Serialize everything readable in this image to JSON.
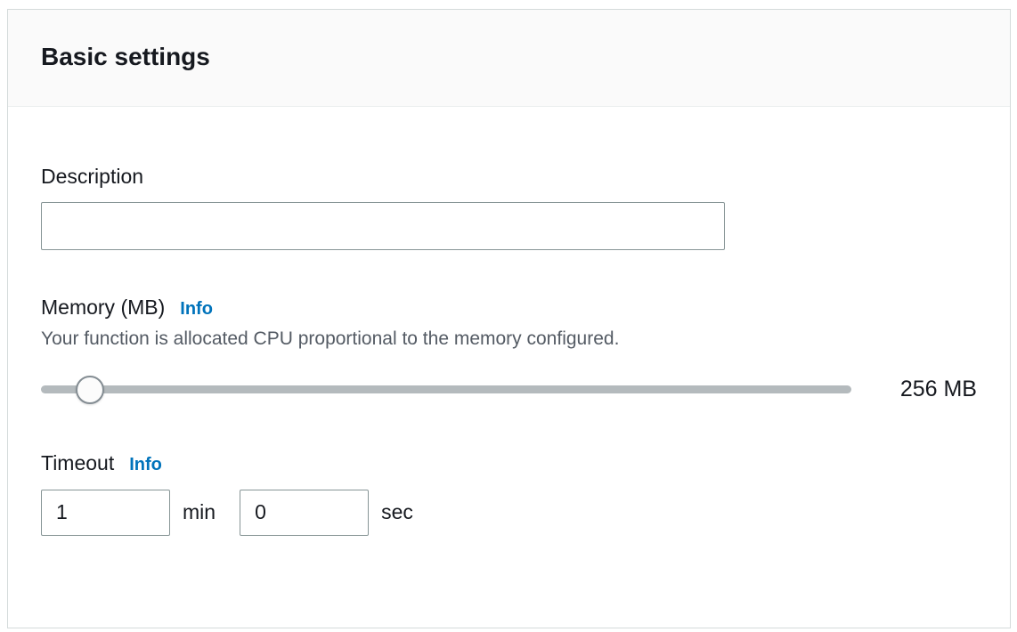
{
  "panel": {
    "title": "Basic settings"
  },
  "description": {
    "label": "Description",
    "value": "",
    "placeholder": ""
  },
  "memory": {
    "label": "Memory (MB)",
    "info_label": "Info",
    "helper": "Your function is allocated CPU proportional to the memory configured.",
    "value_display": "256 MB"
  },
  "timeout": {
    "label": "Timeout",
    "info_label": "Info",
    "min_value": "1",
    "min_unit": "min",
    "sec_value": "0",
    "sec_unit": "sec"
  },
  "colors": {
    "link_blue": "#0073bb",
    "header_background": "#fafafa",
    "panel_border": "#d5dbdb",
    "text": "#16191f",
    "helper_text": "#545b64",
    "slider_track": "#b4babd"
  }
}
